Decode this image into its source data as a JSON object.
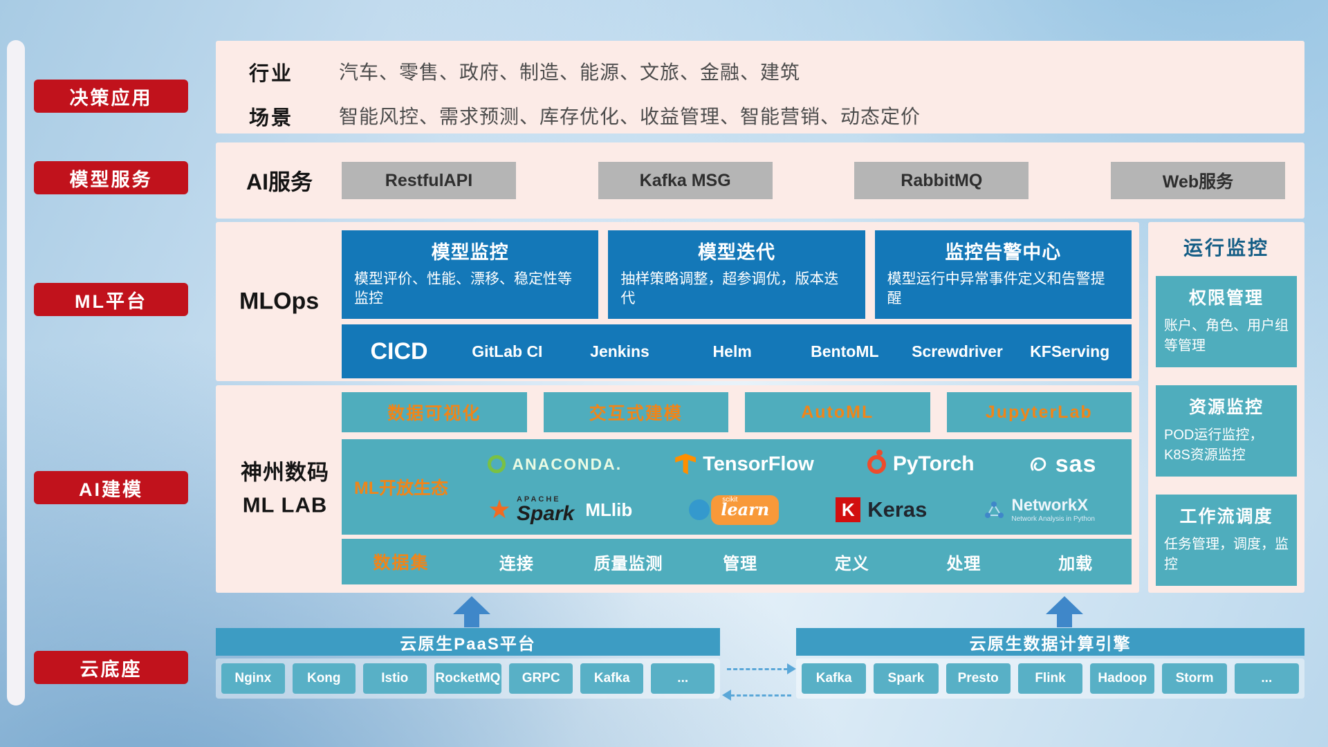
{
  "sidebar": {
    "items": [
      {
        "label": "决策应用"
      },
      {
        "label": "模型服务"
      },
      {
        "label": "ML平台"
      },
      {
        "label": "AI建模"
      },
      {
        "label": "云底座"
      }
    ]
  },
  "industry_row": {
    "row1_label": "行业",
    "row1_value": "汽车、零售、政府、制造、能源、文旅、金融、建筑",
    "row2_label": "场景",
    "row2_value": "智能风控、需求预测、库存优化、收益管理、智能营销、动态定价"
  },
  "ai_service_row": {
    "label": "AI服务",
    "buttons": [
      "RestfulAPI",
      "Kafka MSG",
      "RabbitMQ",
      "Web服务"
    ]
  },
  "mlops_row": {
    "label": "MLOps",
    "cards": [
      {
        "title": "模型监控",
        "desc": "模型评价、性能、漂移、稳定性等监控"
      },
      {
        "title": "模型迭代",
        "desc": "抽样策略调整，超参调优，版本迭代"
      },
      {
        "title": "监控告警中心",
        "desc": "模型运行中异常事件定义和告警提醒"
      }
    ],
    "cicd": {
      "label": "CICD",
      "items": [
        "GitLab CI",
        "Jenkins",
        "Helm",
        "BentoML",
        "Screwdriver",
        "KFServing"
      ]
    }
  },
  "mllab_row": {
    "label_line1": "神州数码",
    "label_line2": "ML LAB",
    "tools": [
      "数据可视化",
      "交互式建模",
      "AutoML",
      "JupyterLab"
    ],
    "ecosystem": {
      "label": "ML开放生态",
      "logos": {
        "anaconda": "ANACONDA.",
        "tensorflow": "TensorFlow",
        "pytorch": "PyTorch",
        "sas": "sas",
        "apache": "APACHE",
        "spark": "Spark",
        "mllib": "MLlib",
        "scikit_small": "scikit",
        "scikit": "learn",
        "keras_initial": "K",
        "keras": "Keras",
        "networkx": "NetworkX",
        "networkx_sub": "Network Analysis in Python"
      }
    },
    "dataset": {
      "label": "数据集",
      "items": [
        "连接",
        "质量监测",
        "管理",
        "定义",
        "处理",
        "加载"
      ]
    }
  },
  "monitor_col": {
    "title": "运行监控",
    "cards": [
      {
        "title": "权限管理",
        "desc": "账户、角色、用户组等管理"
      },
      {
        "title": "资源监控",
        "desc": "POD运行监控，K8S资源监控"
      },
      {
        "title": "工作流调度",
        "desc": "任务管理，调度，监控"
      }
    ]
  },
  "bottom": {
    "paas": {
      "title": "云原生PaaS平台",
      "items": [
        "Nginx",
        "Kong",
        "Istio",
        "RocketMQ",
        "GRPC",
        "Kafka",
        "..."
      ]
    },
    "engine": {
      "title": "云原生数据计算引擎",
      "items": [
        "Kafka",
        "Spark",
        "Presto",
        "Flink",
        "Hadoop",
        "Storm",
        "..."
      ]
    }
  },
  "colors": {
    "accent_red": "#c1121c",
    "panel_pink": "#fcebe7",
    "dark_blue": "#1478b8",
    "teal": "#4fadbd",
    "orange": "#f08519",
    "bar_blue": "#3d9cc3",
    "chip_teal": "#58b0c6",
    "arrow_blue": "#3f87c9"
  }
}
